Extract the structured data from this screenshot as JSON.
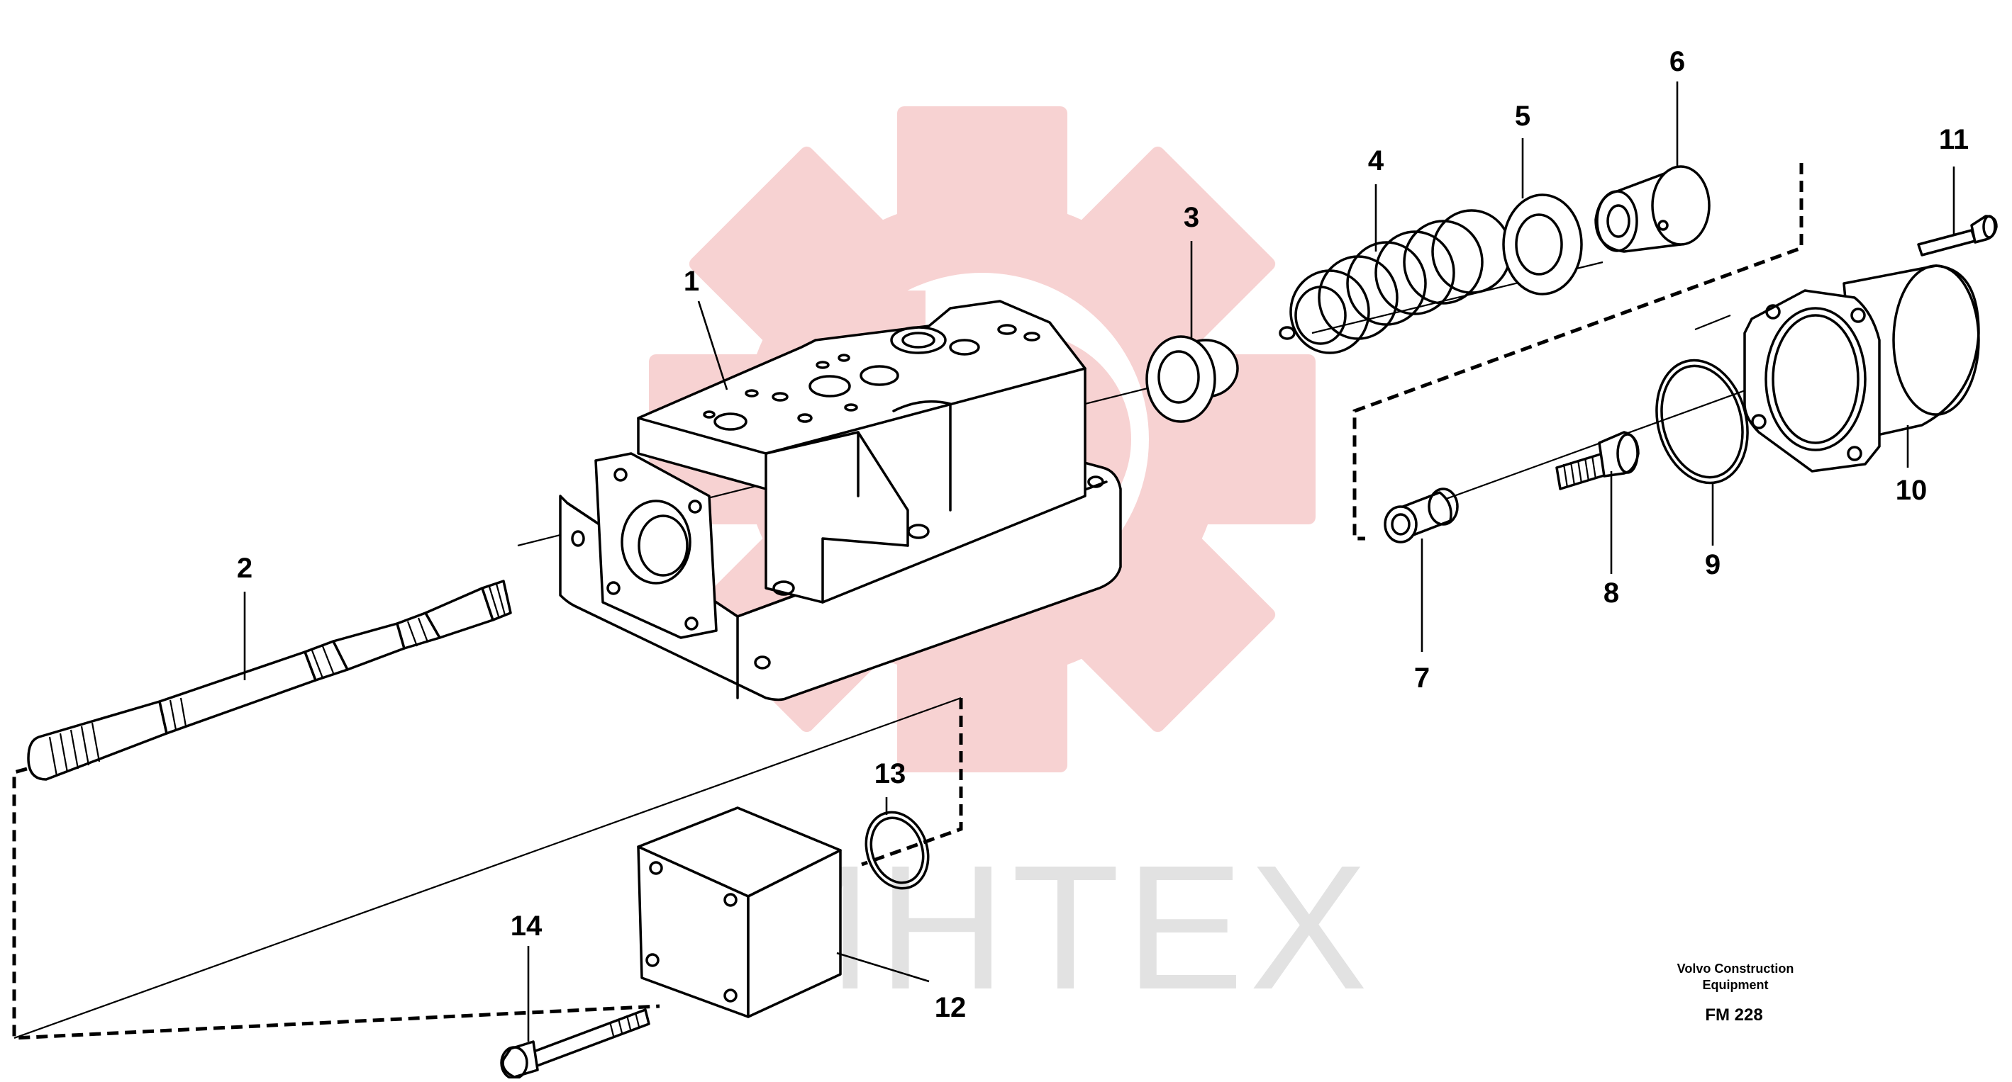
{
  "watermark": {
    "text": "ИНТЕХ",
    "gear_color": "#f7d0d0",
    "text_color": "#e2e2e2"
  },
  "callouts": [
    "1",
    "2",
    "3",
    "4",
    "5",
    "6",
    "7",
    "8",
    "9",
    "10",
    "11",
    "12",
    "13",
    "14"
  ],
  "caption": {
    "line1": "Volvo Construction",
    "line2": "Equipment",
    "code": "FM 228"
  }
}
